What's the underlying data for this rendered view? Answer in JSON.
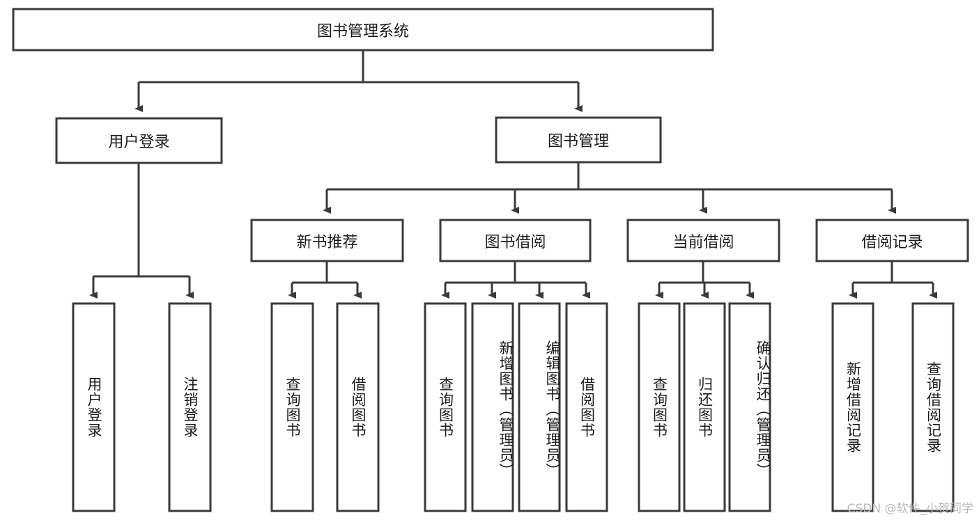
{
  "diagram": {
    "title": "图书管理系统",
    "type": "tree-hierarchy",
    "watermark": "CSDN @软件_小贺同学",
    "colors": {
      "box_stroke": "#3a3a3a",
      "box_fill": "#ffffff",
      "link": "#3a3a3a",
      "text": "#1b1b1b",
      "background": "#ffffff",
      "watermark": "#b9b9b9"
    },
    "root": {
      "label": "图书管理系统"
    },
    "level2": [
      {
        "label": "用户登录"
      },
      {
        "label": "图书管理"
      }
    ],
    "level3": [
      {
        "label": "新书推荐"
      },
      {
        "label": "图书借阅"
      },
      {
        "label": "当前借阅"
      },
      {
        "label": "借阅记录"
      }
    ],
    "leaves": {
      "user_login": [
        {
          "label": "用户登录"
        },
        {
          "label": "注销登录"
        }
      ],
      "new_book_recommend": [
        {
          "label": "查询图书"
        },
        {
          "label": "借阅图书"
        }
      ],
      "book_borrow": [
        {
          "label": "查询图书"
        },
        {
          "label": "新增图书（管理员）"
        },
        {
          "label": "编辑图书（管理员）"
        },
        {
          "label": "借阅图书"
        }
      ],
      "current_borrow": [
        {
          "label": "查询图书"
        },
        {
          "label": "归还图书"
        },
        {
          "label": "确认归还（管理员）"
        }
      ],
      "borrow_record": [
        {
          "label": "新增借阅记录"
        },
        {
          "label": "查询借阅记录"
        }
      ]
    }
  }
}
